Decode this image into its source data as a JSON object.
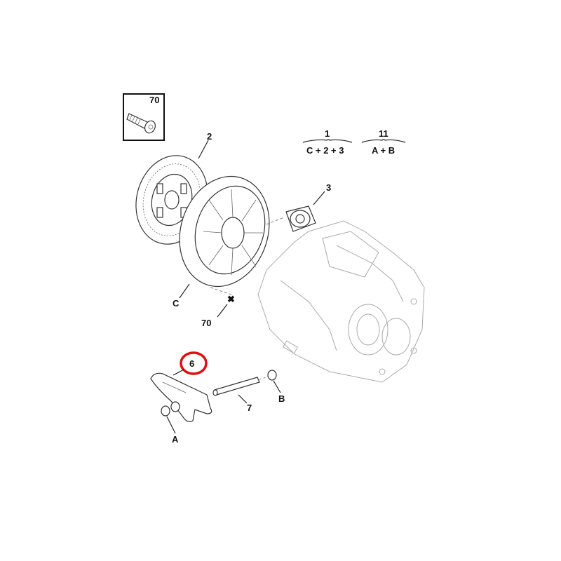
{
  "inset": {
    "label": "70"
  },
  "callouts": {
    "disc": "2",
    "pressure_plate": "C",
    "bolt": "70",
    "bearing": "3",
    "fork": "6",
    "shaft": "7",
    "bush_a": "A",
    "bush_b": "B"
  },
  "kits": [
    {
      "number": "1",
      "contents": "C + 2 + 3"
    },
    {
      "number": "11",
      "contents": "A + B"
    }
  ],
  "highlight_color": "#e01010"
}
